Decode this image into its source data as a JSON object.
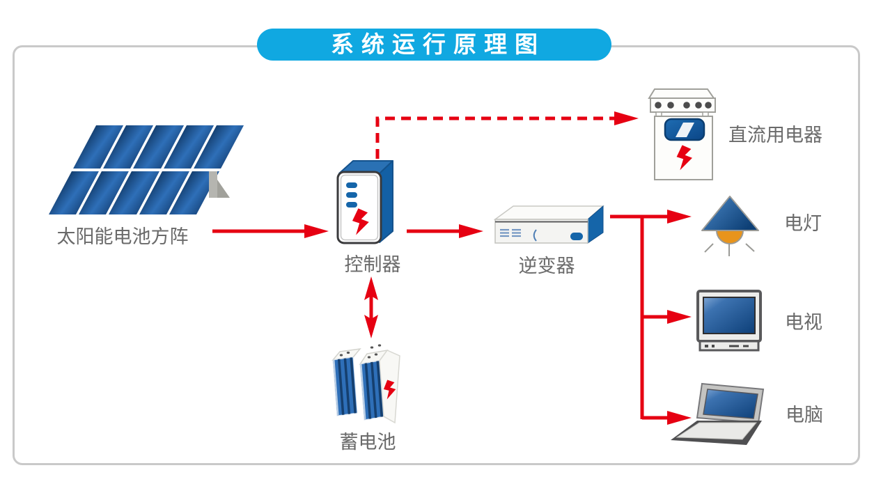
{
  "title": "系统运行原理图",
  "colors": {
    "banner": "#10a8e1",
    "arrow_red": "#e60012",
    "device_blue": "#1565a9",
    "panel_dark": "#143f70",
    "panel_light": "#2e6fb8",
    "label_gray": "#6a6a6a",
    "border_gray": "#c9c9c9",
    "lamp_orange": "#e8941c"
  },
  "nodes": {
    "solar_array": {
      "label": "太阳能电池方阵"
    },
    "controller": {
      "label": "控制器"
    },
    "inverter": {
      "label": "逆变器"
    },
    "battery": {
      "label": "蓄电池"
    },
    "dc_appliance": {
      "label": "直流用电器"
    },
    "lamp": {
      "label": "电灯"
    },
    "tv": {
      "label": "电视"
    },
    "computer": {
      "label": "电脑"
    }
  },
  "connections": [
    {
      "from": "solar_array",
      "to": "controller",
      "style": "solid"
    },
    {
      "from": "controller",
      "to": "inverter",
      "style": "solid"
    },
    {
      "from": "controller",
      "to": "dc_appliance",
      "style": "dashed"
    },
    {
      "from": "controller",
      "to": "battery",
      "style": "bidirectional"
    },
    {
      "from": "inverter",
      "to": "lamp",
      "style": "solid"
    },
    {
      "from": "inverter",
      "to": "tv",
      "style": "solid"
    },
    {
      "from": "inverter",
      "to": "computer",
      "style": "solid"
    }
  ]
}
